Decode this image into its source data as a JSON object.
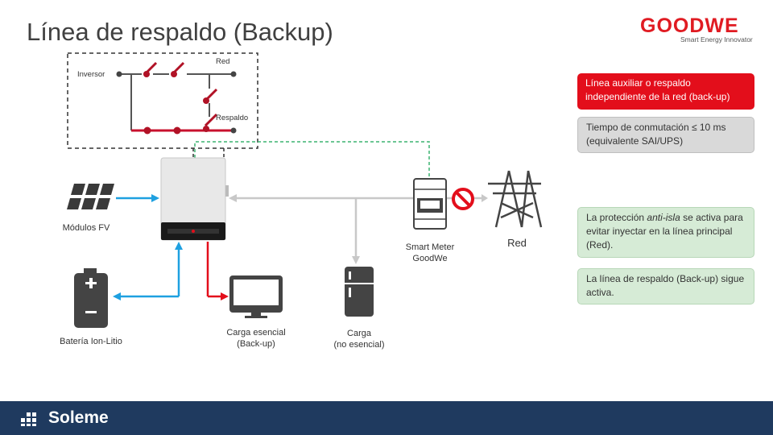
{
  "title": "Línea de respaldo (Backup)",
  "logo": {
    "word": "GOODWE",
    "tagline": "Smart Energy Innovator"
  },
  "switch_detail": {
    "inverter_label": "Inversor",
    "grid_label": "Red",
    "backup_label": "Respaldo"
  },
  "labels": {
    "pv": "Módulos FV",
    "battery": "Batería Ion-Litio",
    "essential_line1": "Carga esencial",
    "essential_line2": "(Back-up)",
    "nonessential_line1": "Carga",
    "nonessential_line2": "(no esencial)",
    "meter_line1": "Smart Meter",
    "meter_line2": "GoodWe",
    "grid": "Red"
  },
  "notes": {
    "red_box": "Línea auxiliar o respaldo independiente  de la red (back-up)",
    "grey_box": "Tiempo de conmutación ≤ 10 ms (equivalente SAI/UPS)",
    "green_box_1_pre": "La protección ",
    "green_box_1_em": "anti-isla",
    "green_box_1_post": " se activa para evitar inyectar en la línea principal (Red).",
    "green_box_2": "La línea de respaldo (Back-up) sigue activa."
  },
  "footer": {
    "brand": "Soleme"
  },
  "colors": {
    "accent_red": "#e30e1b",
    "dc_blue": "#1ea0e0",
    "ac_grey": "#c8c8c8",
    "comm_green": "#3cb371",
    "footer": "#1f3a5f"
  }
}
